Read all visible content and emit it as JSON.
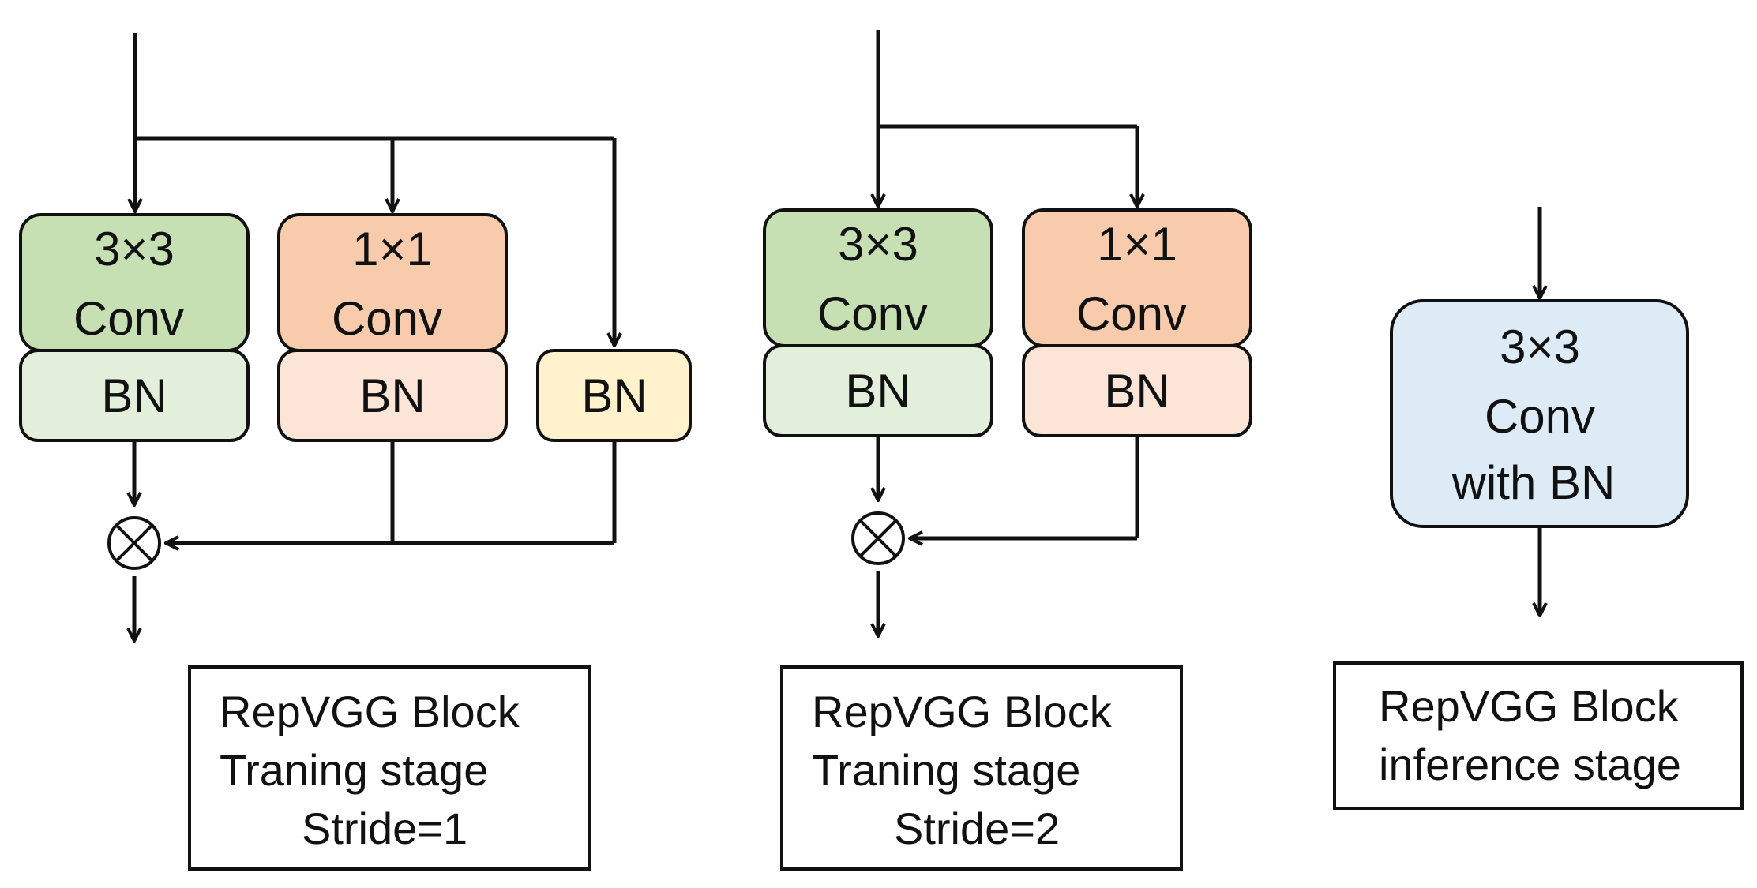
{
  "blocks": [
    {
      "conv3": {
        "size": "3×3",
        "label": "Conv"
      },
      "conv1": {
        "size": "1×1",
        "label": "Conv"
      },
      "bn_labels": [
        "BN",
        "BN",
        "BN"
      ],
      "caption": [
        "RepVGG Block",
        "Traning stage",
        "Stride=1"
      ]
    },
    {
      "conv3": {
        "size": "3×3",
        "label": "Conv"
      },
      "conv1": {
        "size": "1×1",
        "label": "Conv"
      },
      "bn_labels": [
        "BN",
        "BN"
      ],
      "caption": [
        "RepVGG Block",
        "Traning stage",
        "Stride=2"
      ]
    },
    {
      "fused": {
        "size": "3×3",
        "label": "Conv",
        "label2": "with BN"
      },
      "caption": [
        "RepVGG Block",
        "inference stage"
      ]
    }
  ],
  "colors": {
    "conv3_fill": "#c6e0b4",
    "bn3_fill": "#e2efda",
    "conv1_fill": "#f8cbad",
    "bn1_fill": "#fce4d6",
    "bn_identity_fill": "#fff2cc",
    "fused_fill": "#ddebf7",
    "stroke": "#111111"
  }
}
